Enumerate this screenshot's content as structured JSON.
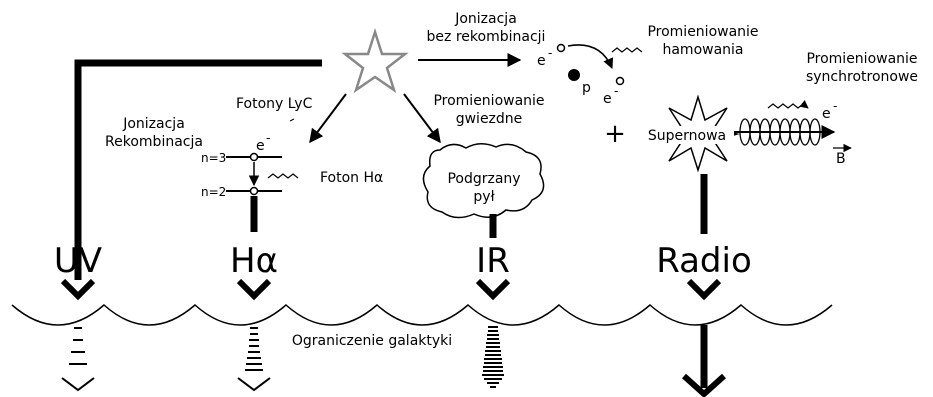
{
  "labels": {
    "ionization_no_recomb_1": "Jonizacja",
    "ionization_no_recomb_2": "bez rekombinacji",
    "bremsstrahlung_1": "Promieniowanie",
    "bremsstrahlung_2": "hamowania",
    "synchrotron_1": "Promieniowanie",
    "synchrotron_2": "synchrotronowe",
    "lyc_photons": "Fotony LyC",
    "stellar_rad_1": "Promieniowanie",
    "stellar_rad_2": "gwiezdne",
    "ionization_recomb_1": "Jonizacja",
    "ionization_recomb_2": "Rekombinacja",
    "n3": "n=3",
    "n2": "n=2",
    "electron": "e",
    "electron_sup": "-",
    "proton": "p",
    "halpha_photon": "Foton Hα",
    "dust_1": "Podgrzany",
    "dust_2": "pył",
    "supernova": "Supernowa",
    "plus": "+",
    "bfield": "B",
    "galaxy_limit": "Ograniczenie galaktyki"
  },
  "bands": {
    "uv": "UV",
    "halpha": "Hα",
    "ir": "IR",
    "radio": "Radio"
  },
  "colors": {
    "stroke": "#000000",
    "star": "#888888"
  },
  "icons": [
    "star-icon",
    "supernova-burst-icon",
    "dust-cloud-icon",
    "magnetic-coil-icon"
  ]
}
